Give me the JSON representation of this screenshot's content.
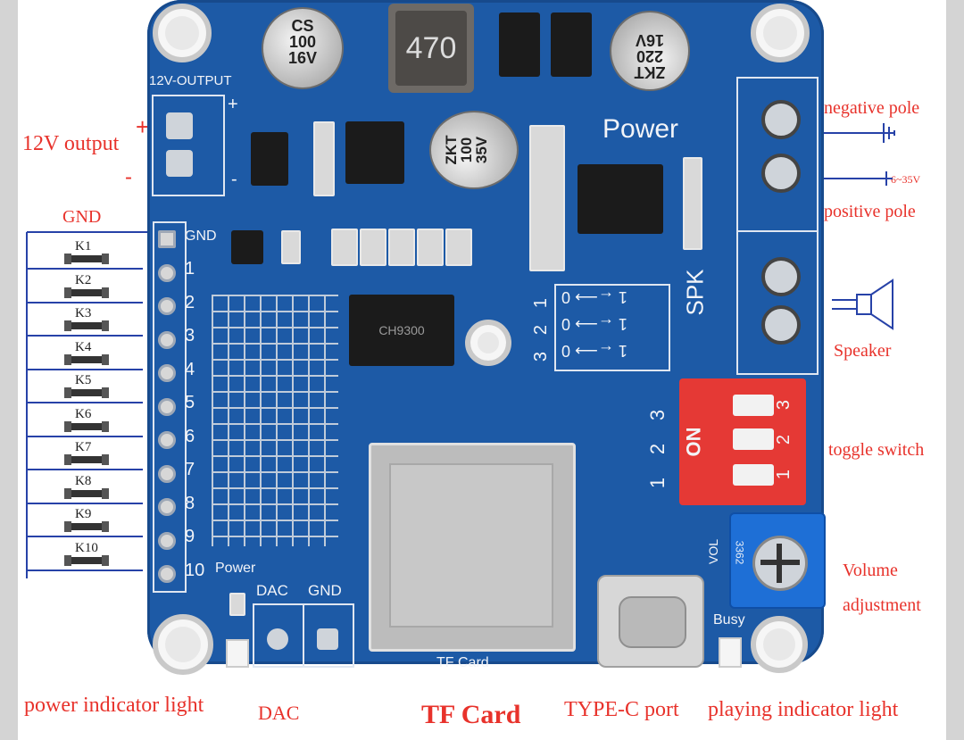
{
  "callouts": {
    "twelve_v_output": "12V output",
    "plus": "+",
    "minus": "-",
    "gnd": "GND",
    "negative_pole": "negative pole",
    "positive_pole": "positive pole",
    "voltage_range": "6~35V",
    "speaker": "Speaker",
    "toggle_switch": "toggle switch",
    "volume_adjustment_1": "Volume",
    "volume_adjustment_2": "adjustment",
    "power_indicator_light": "power indicator light",
    "dac": "DAC",
    "tf_card": "TF Card",
    "type_c_port": "TYPE-C port",
    "playing_indicator_light": "playing indicator light"
  },
  "keys": [
    "K1",
    "K2",
    "K3",
    "K4",
    "K5",
    "K6",
    "K7",
    "K8",
    "K9",
    "K10"
  ],
  "board": {
    "twelve_v_output": "12V-OUTPUT",
    "plus": "+",
    "minus": "-",
    "gnd": "GND",
    "pins": [
      "1",
      "2",
      "3",
      "4",
      "5",
      "6",
      "7",
      "8",
      "9",
      "10"
    ],
    "power": "Power",
    "dac": "DAC",
    "gnd2": "GND",
    "tf_card": "TF Card",
    "power_top": "Power",
    "spk": "SPK",
    "busy": "Busy",
    "vol": "VOL",
    "on": "ON",
    "switch_nums": [
      "3",
      "2",
      "1"
    ],
    "dip_nums": [
      "3",
      "2",
      "1"
    ],
    "mode_nums": [
      "1",
      "2",
      "3"
    ],
    "mode_rows": [
      "1 ←⟶ 0",
      "1 ←⟶ 0",
      "1 ←⟶ 0"
    ],
    "cap1": [
      "CS",
      "100",
      "16V"
    ],
    "cap2": [
      "ZKT",
      "220",
      "16V"
    ],
    "cap3": [
      "ZKT",
      "100",
      "35V"
    ],
    "inductor": "470",
    "chip_label": "CH9300",
    "pot_label": "3362"
  },
  "colors": {
    "board": "#1d5aa6",
    "callout_red": "#e8322b",
    "dip_red": "#e53935",
    "pot_blue": "#1e6fd6"
  }
}
